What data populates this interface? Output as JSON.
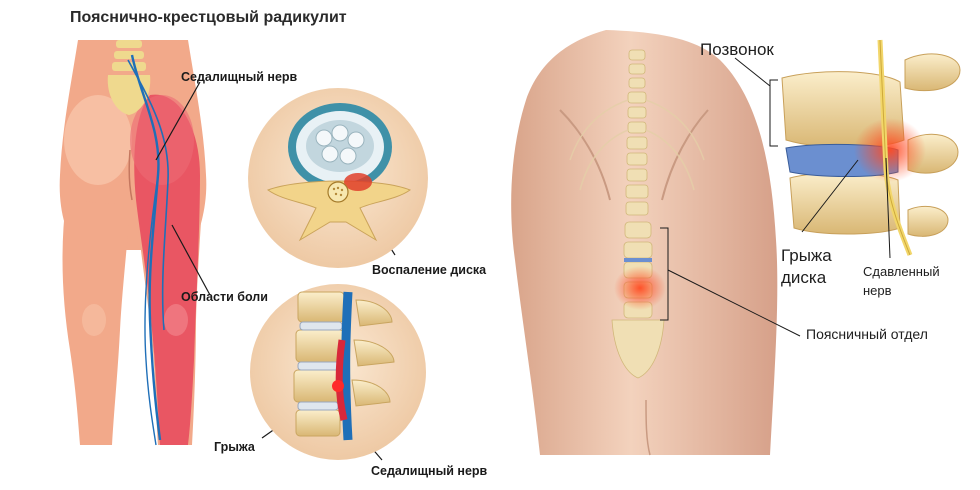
{
  "left_panel": {
    "title": "Пояснично-крестцовый радикулит",
    "labels": {
      "sciatic_nerve_top": "Седалищный нерв",
      "pain_areas": "Области боли",
      "disc_inflammation": "Воспаление диска",
      "hernia": "Грыжа",
      "sciatic_nerve_bottom": "Седалищный нерв"
    }
  },
  "right_panel": {
    "labels": {
      "vertebra": "Позвонок",
      "disc_hernia_line1": "Грыжа",
      "disc_hernia_line2": "диска",
      "compressed_nerve_line1": "Сдавленный",
      "compressed_nerve_line2": "нерв",
      "lumbar_region": "Поясничный отдел"
    }
  },
  "colors": {
    "skin": "#f2a98a",
    "pain": "#e8485c",
    "nerve": "#1f6fb8",
    "bone": "#f2d48a",
    "disc_blue": "#6b8fd0",
    "inflammation": "#e0402a",
    "inset_bg": "#f5dcc0"
  }
}
